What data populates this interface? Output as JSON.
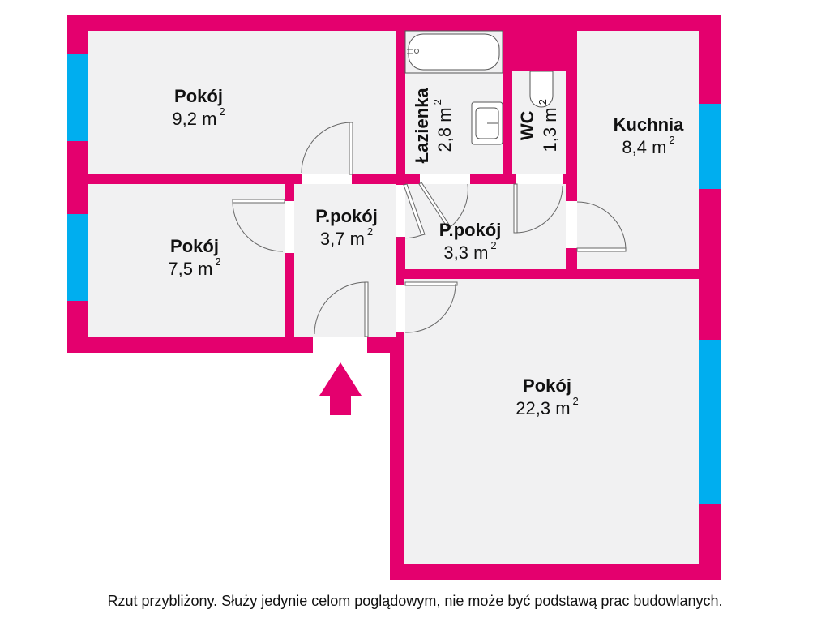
{
  "colors": {
    "wall": "#e4006e",
    "window": "#00aeef",
    "floor": "#f1f1f2",
    "door_opening": "#ffffff",
    "fixture_stroke": "#555555",
    "background": "#ffffff"
  },
  "area_unit": "m",
  "area_exponent": "2",
  "rooms": [
    {
      "id": "pokoj-1",
      "name": "Pokój",
      "area": "9,2"
    },
    {
      "id": "lazienka",
      "name": "Łazienka",
      "area": "2,8"
    },
    {
      "id": "wc",
      "name": "WC",
      "area": "1,3"
    },
    {
      "id": "kuchnia",
      "name": "Kuchnia",
      "area": "8,4"
    },
    {
      "id": "pokoj-2",
      "name": "Pokój",
      "area": "7,5"
    },
    {
      "id": "przedpokoj-1",
      "name": "P.pokój",
      "area": "3,7"
    },
    {
      "id": "przedpokoj-2",
      "name": "P.pokój",
      "area": "3,3"
    },
    {
      "id": "pokoj-3",
      "name": "Pokój",
      "area": "22,3"
    }
  ],
  "entrance": {
    "icon": "entrance-arrow-icon"
  },
  "footer": {
    "disclaimer": "Rzut przybliżony. Służy jedynie celom poglądowym, nie może być podstawą prac budowlanych."
  }
}
